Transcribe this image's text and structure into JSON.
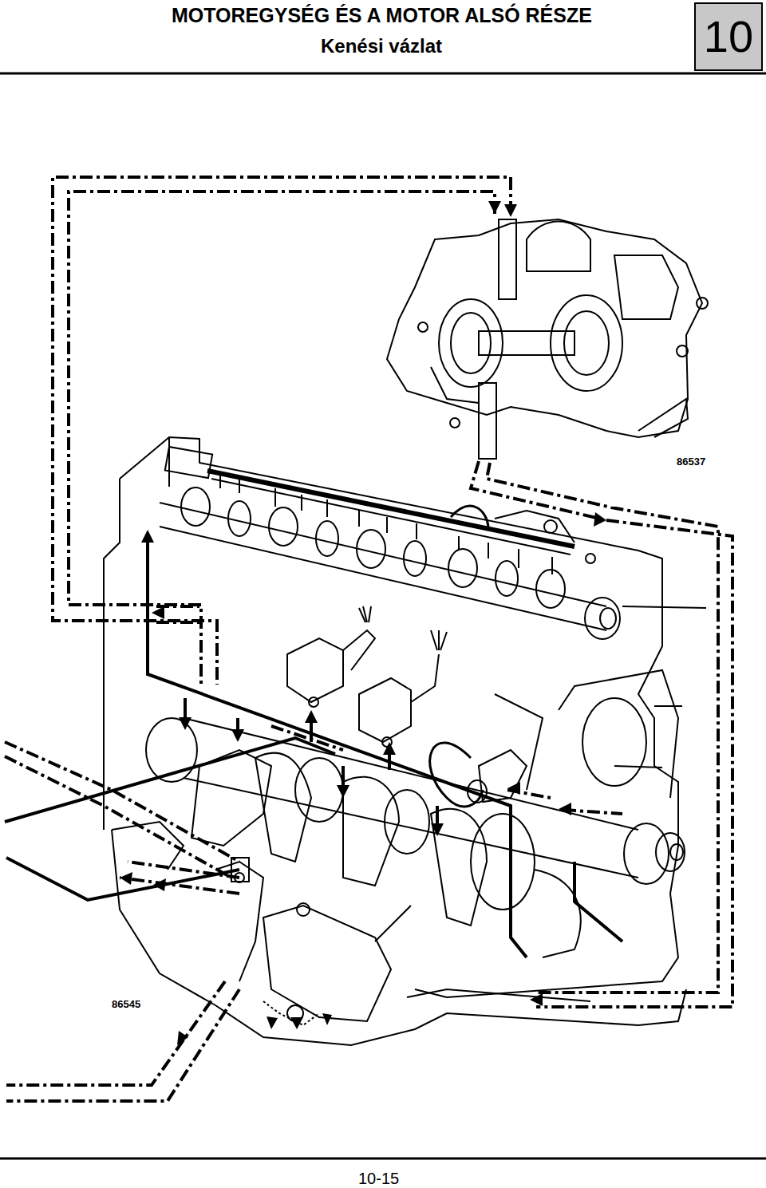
{
  "diagram": {
    "title": "MOTOREGYSÉG ÉS A MOTOR ALSÓ RÉSZE",
    "nodes": [
      {
        "text": [
          "10"
        ]
      }
    ],
    "labels": [
      "Kenési vázlat",
      "86537",
      "86545",
      "10-15"
    ]
  }
}
